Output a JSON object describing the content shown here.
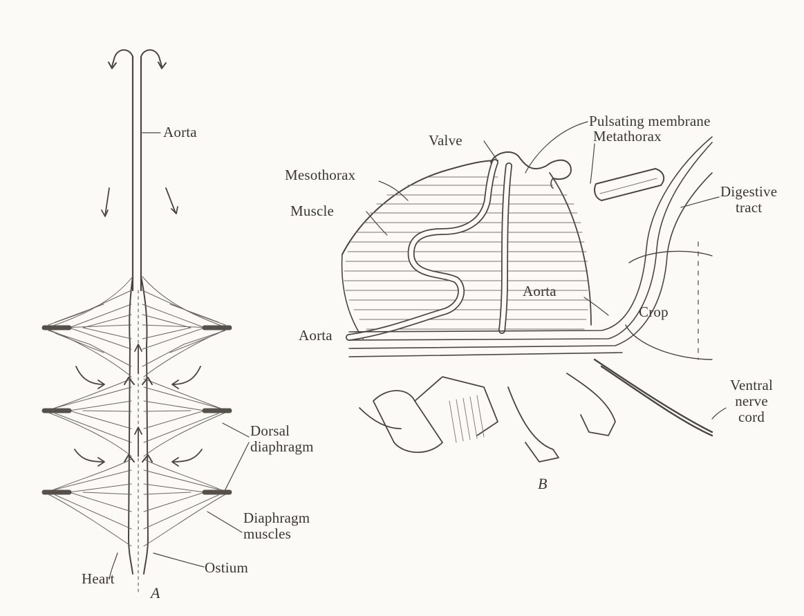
{
  "figure": {
    "panel_a": {
      "letter": "A",
      "labels": {
        "aorta": "Aorta",
        "dorsal_diaphragm": "Dorsal\ndiaphragm",
        "diaphragm_muscles": "Diaphragm\nmuscles",
        "heart": "Heart",
        "ostium": "Ostium"
      }
    },
    "panel_b": {
      "letter": "B",
      "labels": {
        "pulsating_membrane": "Pulsating membrane",
        "valve": "Valve",
        "metathorax": "Metathorax",
        "mesothorax": "Mesothorax",
        "muscle": "Muscle",
        "digestive_tract": "Digestive\ntract",
        "aorta_inner": "Aorta",
        "crop": "Crop",
        "aorta_outer": "Aorta",
        "ventral_nerve_cord": "Ventral\nnerve\ncord"
      }
    },
    "colors": {
      "ink": "#3a3632",
      "paper": "#fbfaf7"
    }
  }
}
